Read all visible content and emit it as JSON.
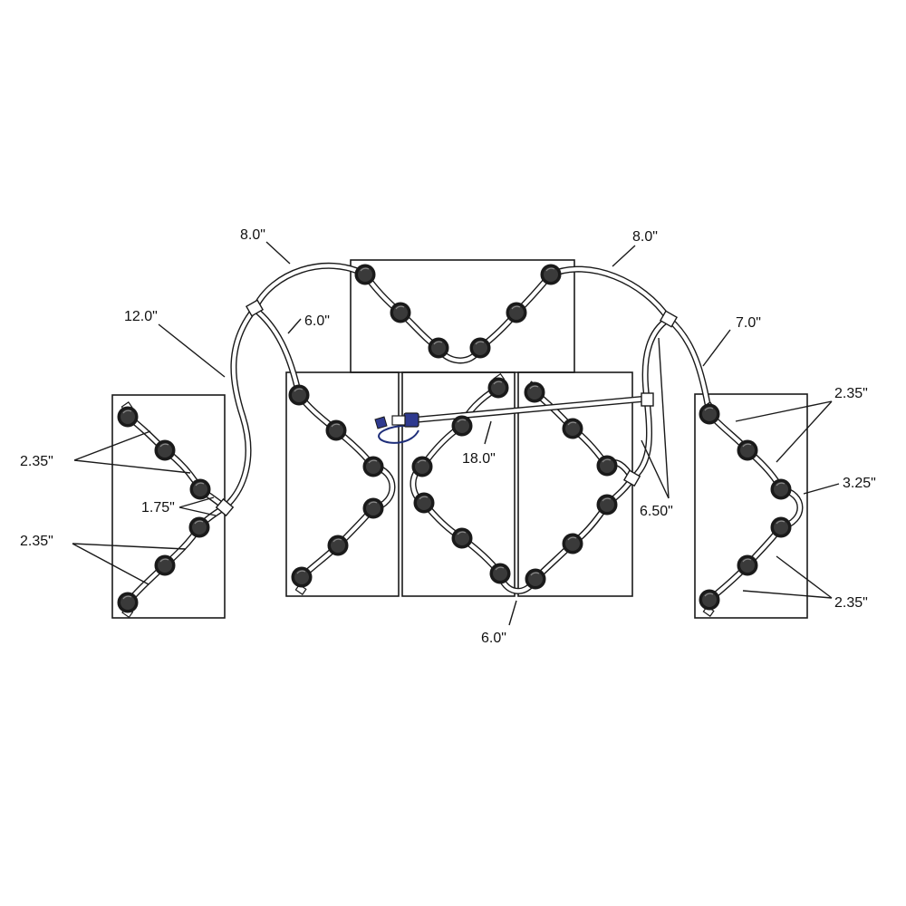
{
  "colors": {
    "line": "#1a1a1a",
    "jet": "#2b2b2b",
    "connector": "#2f3a8f",
    "connector_wire": "#1f2f7a"
  },
  "labels": {
    "left_top_span": "8.0\"",
    "right_top_span": "8.0\"",
    "left_outer_run": "12.0\"",
    "left_inner_run": "6.0\"",
    "right_outer_run": "7.0\"",
    "left_panel_upper": "2.35\"",
    "left_panel_joint": "1.75\"",
    "left_panel_lower": "2.35\"",
    "feed_line": "18.0\"",
    "bottom_bridge": "6.0\"",
    "right_drop": "6.50\"",
    "right_panel_upper": "2.35\"",
    "right_panel_mid": "3.25\"",
    "right_panel_lower": "2.35\""
  },
  "icons": {
    "jet": "massage-jet-icon",
    "tee": "tee-fitting-icon",
    "connector": "air-connector-icon",
    "endcap": "end-cap-icon"
  }
}
